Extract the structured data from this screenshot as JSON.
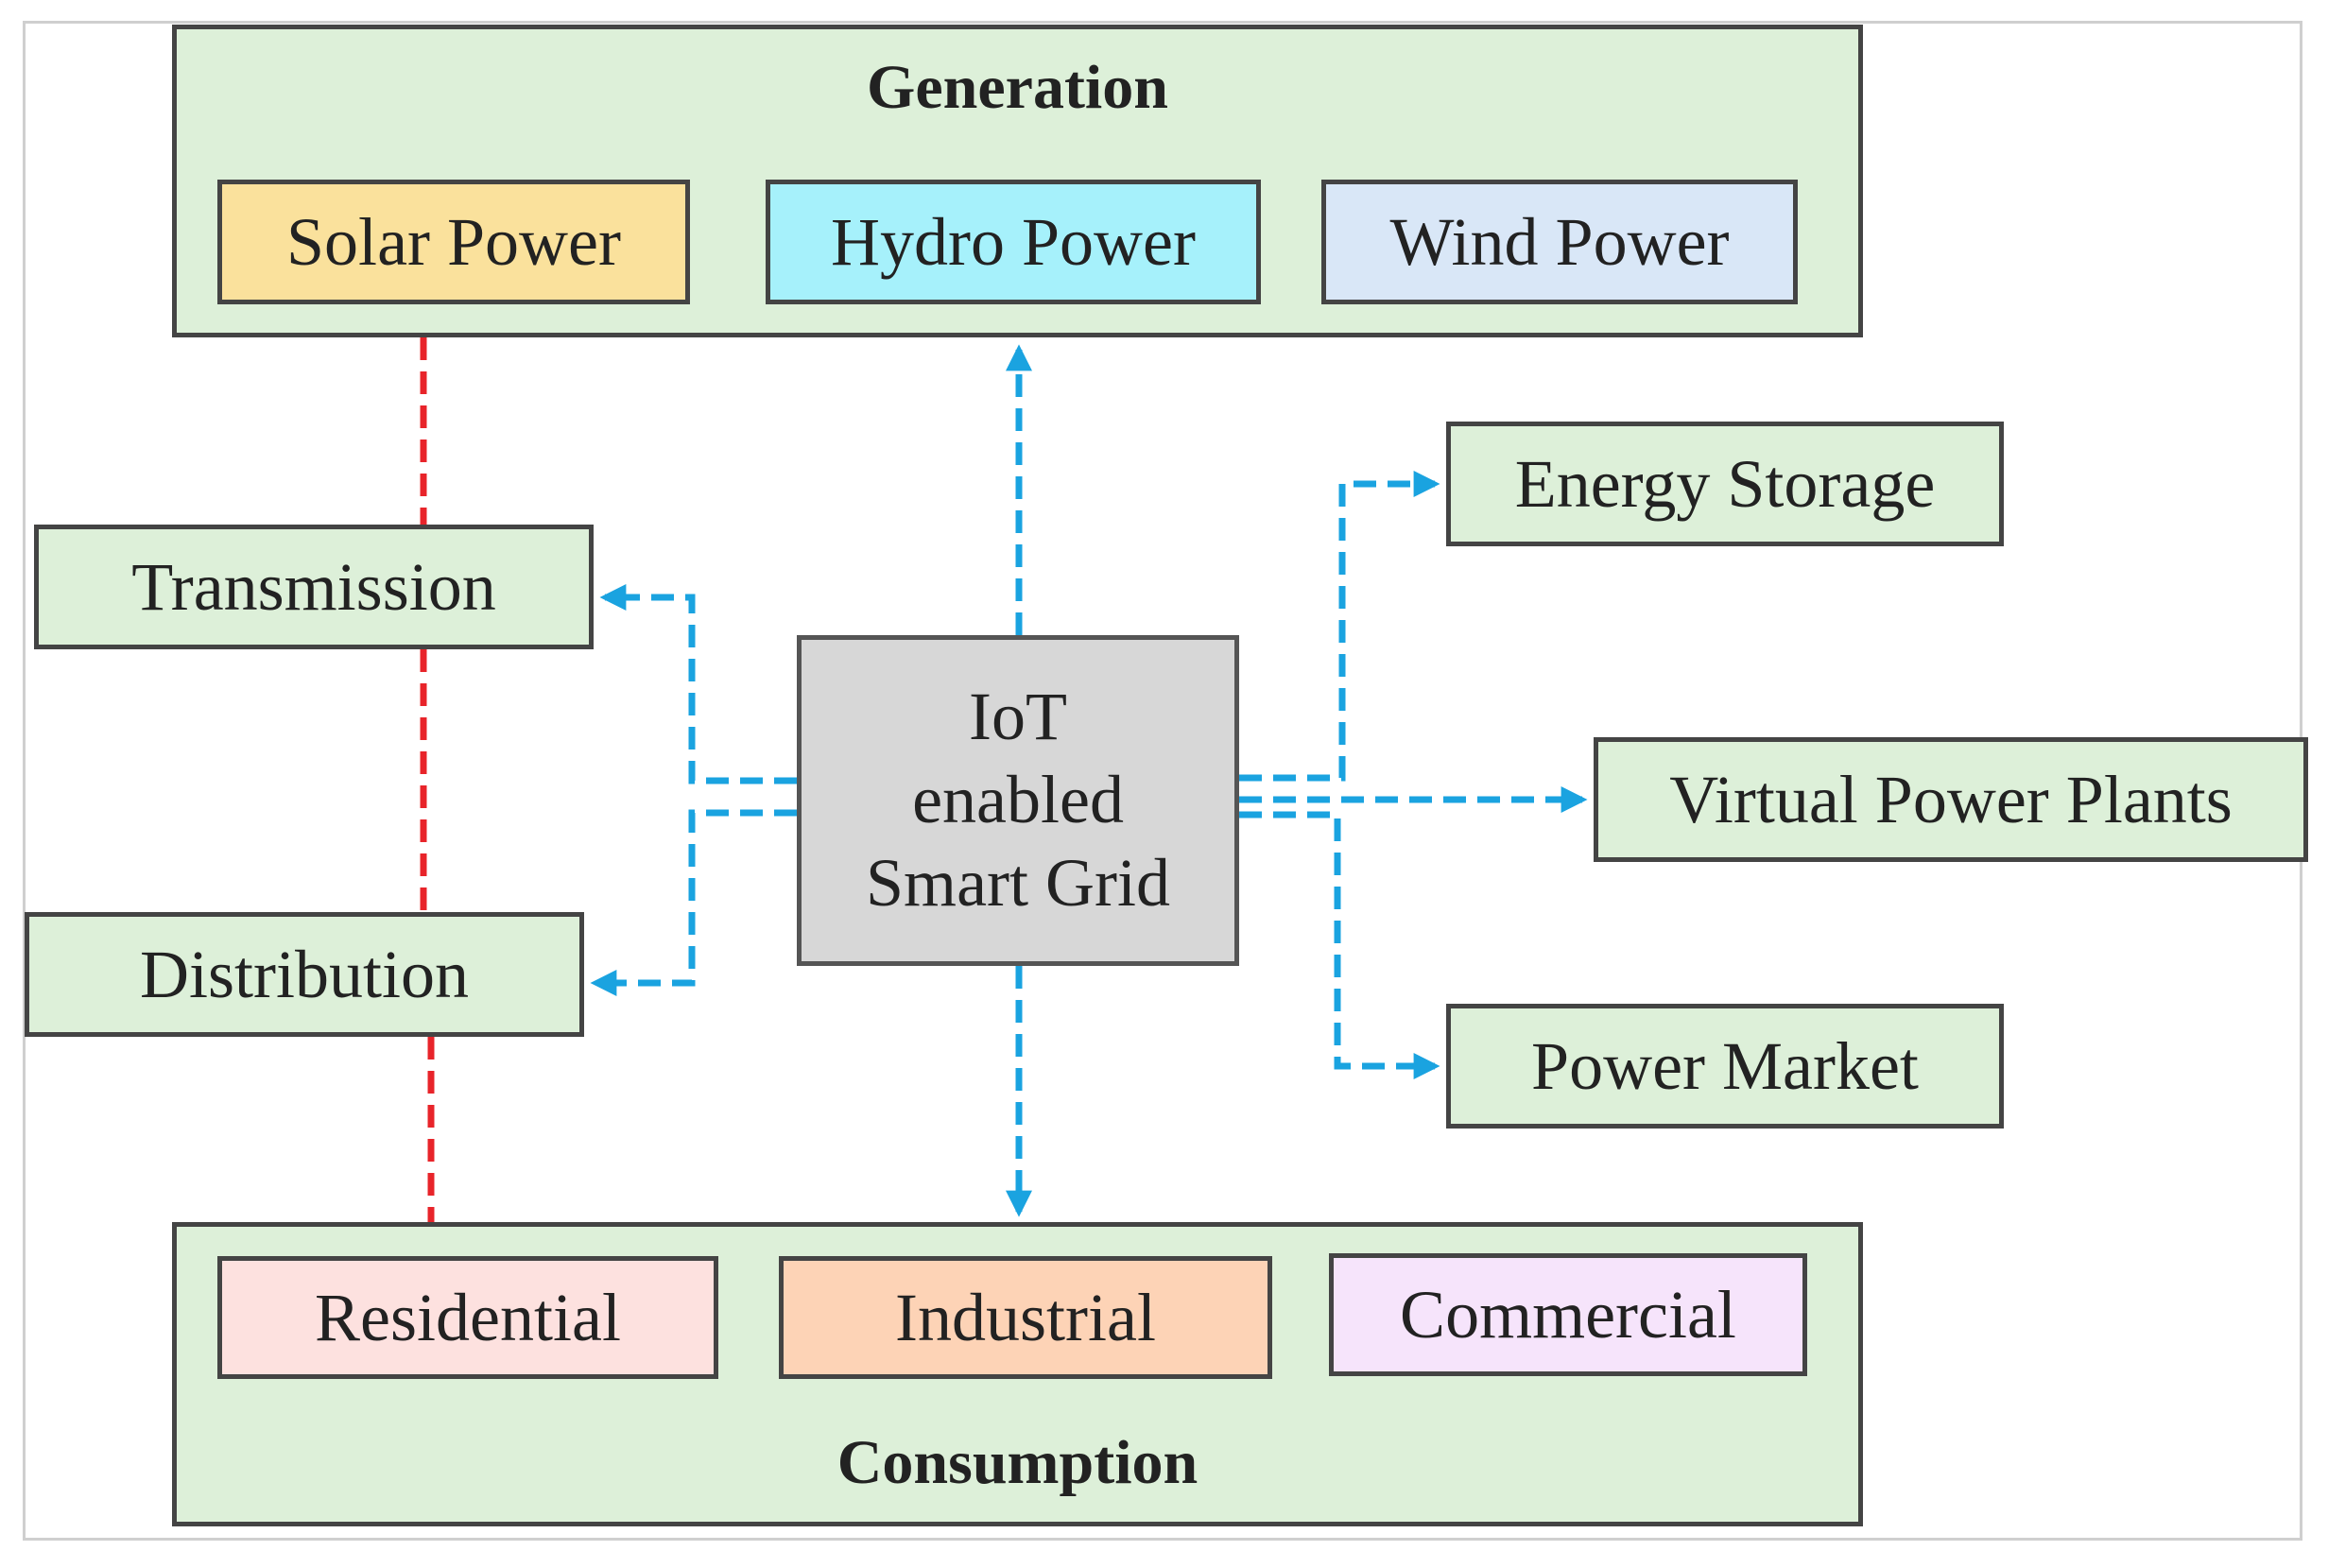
{
  "generation": {
    "title": "Generation",
    "items": [
      {
        "label": "Solar Power",
        "color": "#fae19c"
      },
      {
        "label": "Hydro Power",
        "color": "#a6f1fb"
      },
      {
        "label": "Wind Power",
        "color": "#d9e7f7"
      }
    ]
  },
  "consumption": {
    "title": "Consumption",
    "items": [
      {
        "label": "Residential",
        "color": "#fde1df"
      },
      {
        "label": "Industrial",
        "color": "#fdd3b6"
      },
      {
        "label": "Commercial",
        "color": "#f6e4fb"
      }
    ]
  },
  "grid": {
    "transmission": "Transmission",
    "distribution": "Distribution"
  },
  "center": {
    "line1": "IoT",
    "line2": "enabled",
    "line3": "Smart Grid",
    "color": "#d7d7d7"
  },
  "services": {
    "energy_storage": "Energy Storage",
    "virtual_power_plants": "Virtual Power Plants",
    "power_market": "Power Market"
  },
  "colors": {
    "section_fill": "#ddf0d9",
    "iot_link": "#1aa3e0",
    "power_link": "#e8242a"
  }
}
